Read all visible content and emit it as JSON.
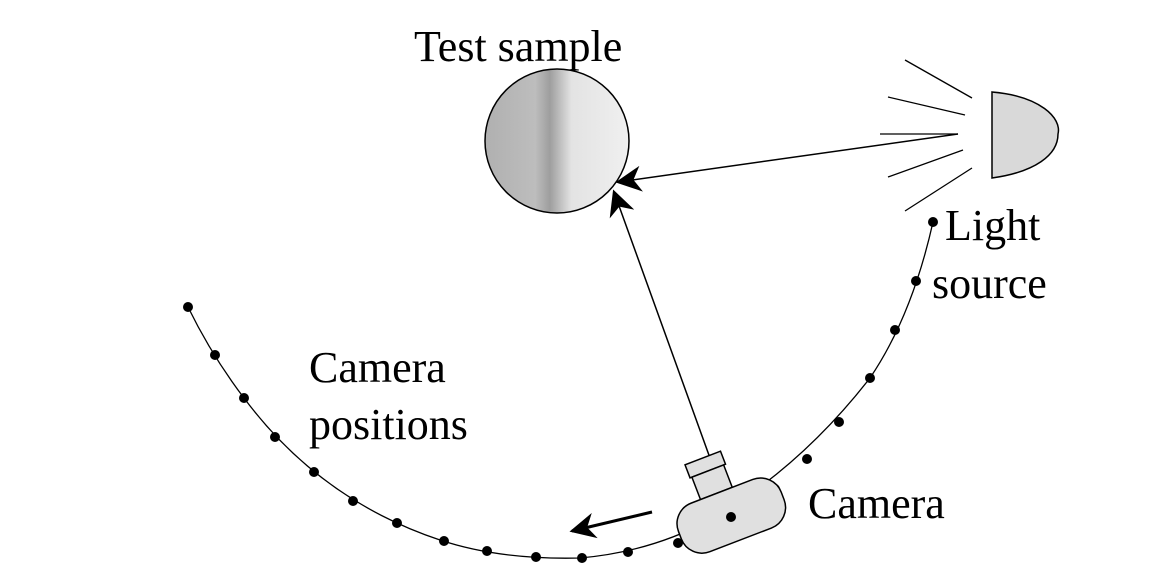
{
  "labels": {
    "test_sample": "Test sample",
    "light_line1": "Light",
    "light_line2": "source",
    "camera_positions_line1": "Camera",
    "camera_positions_line2": "positions",
    "camera": "Camera"
  },
  "colors": {
    "stroke": "#000000",
    "sphere_dark": "#a8a8a8",
    "sphere_light": "#ececec",
    "lamp_fill": "#d9d9d9",
    "camera_fill": "#e0e0e0"
  }
}
